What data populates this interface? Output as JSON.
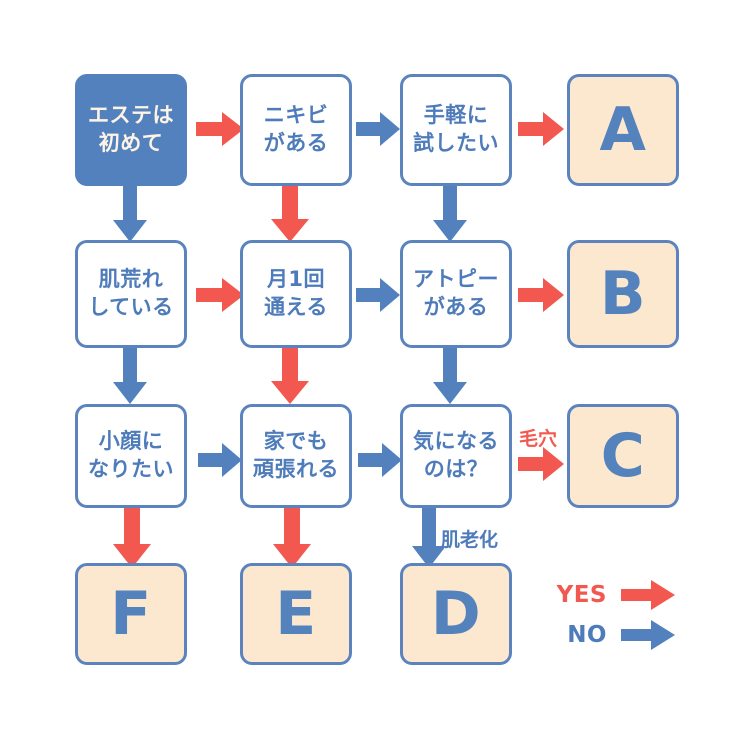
{
  "diagram": {
    "title_visible": false,
    "colors": {
      "blue": "#5381bd",
      "blue_border": "#5b84bf",
      "blue_text": "#4e7cba",
      "red": "#f2584f",
      "cream": "#fbe8cf",
      "cream_text": "#fdf4e6",
      "background": "#ffffff"
    },
    "nodes": [
      {
        "id": "start",
        "style": "start",
        "lines": [
          "エステは",
          "初めて"
        ]
      },
      {
        "id": "q-acne",
        "style": "question",
        "lines": [
          "ニキビ",
          "がある"
        ]
      },
      {
        "id": "q-easy",
        "style": "question",
        "lines": [
          "手軽に",
          "試したい"
        ]
      },
      {
        "id": "res-a",
        "style": "result",
        "lines": [
          "A"
        ]
      },
      {
        "id": "q-rough",
        "style": "question",
        "lines": [
          "肌荒れ",
          "している"
        ]
      },
      {
        "id": "q-monthly",
        "style": "question",
        "lines": [
          "月1回",
          "通える"
        ]
      },
      {
        "id": "q-atopy",
        "style": "question",
        "lines": [
          "アトピー",
          "がある"
        ]
      },
      {
        "id": "res-b",
        "style": "result",
        "lines": [
          "B"
        ]
      },
      {
        "id": "q-small",
        "style": "question",
        "lines": [
          "小顔に",
          "なりたい"
        ]
      },
      {
        "id": "q-home",
        "style": "question",
        "lines": [
          "家でも",
          "頑張れる"
        ]
      },
      {
        "id": "q-concern",
        "style": "question",
        "lines": [
          "気になる",
          "のは？"
        ]
      },
      {
        "id": "res-c",
        "style": "result",
        "lines": [
          "C"
        ]
      },
      {
        "id": "res-f",
        "style": "result",
        "lines": [
          "F"
        ]
      },
      {
        "id": "res-e",
        "style": "result",
        "lines": [
          "E"
        ]
      },
      {
        "id": "res-d",
        "style": "result",
        "lines": [
          "D"
        ]
      }
    ],
    "edges": [
      {
        "from": "start",
        "to": "q-acne",
        "dir": "right",
        "answer": "yes"
      },
      {
        "from": "q-acne",
        "to": "q-easy",
        "dir": "right",
        "answer": "no"
      },
      {
        "from": "q-easy",
        "to": "res-a",
        "dir": "right",
        "answer": "yes"
      },
      {
        "from": "start",
        "to": "q-rough",
        "dir": "down",
        "answer": "no"
      },
      {
        "from": "q-acne",
        "to": "q-monthly",
        "dir": "down",
        "answer": "yes"
      },
      {
        "from": "q-easy",
        "to": "q-atopy",
        "dir": "down",
        "answer": "no"
      },
      {
        "from": "q-rough",
        "to": "q-monthly",
        "dir": "right",
        "answer": "yes"
      },
      {
        "from": "q-monthly",
        "to": "q-atopy",
        "dir": "right",
        "answer": "no"
      },
      {
        "from": "q-atopy",
        "to": "res-b",
        "dir": "right",
        "answer": "yes"
      },
      {
        "from": "q-rough",
        "to": "q-small",
        "dir": "down",
        "answer": "no"
      },
      {
        "from": "q-monthly",
        "to": "q-home",
        "dir": "down",
        "answer": "yes"
      },
      {
        "from": "q-atopy",
        "to": "q-concern",
        "dir": "down",
        "answer": "no"
      },
      {
        "from": "q-small",
        "to": "q-home",
        "dir": "right",
        "answer": "no"
      },
      {
        "from": "q-home",
        "to": "q-concern",
        "dir": "right",
        "answer": "no"
      },
      {
        "from": "q-concern",
        "to": "res-c",
        "dir": "right",
        "answer": "yes",
        "label": "毛穴"
      },
      {
        "from": "q-small",
        "to": "res-f",
        "dir": "down",
        "answer": "yes"
      },
      {
        "from": "q-home",
        "to": "res-e",
        "dir": "down",
        "answer": "yes"
      },
      {
        "from": "q-concern",
        "to": "res-d",
        "dir": "down",
        "answer": "no",
        "label": "肌老化"
      }
    ],
    "edge_labels": [
      {
        "id": "label-keana",
        "text": "毛穴",
        "color": "red"
      },
      {
        "id": "label-hiroka",
        "text": "肌老化",
        "color": "blue"
      }
    ],
    "legend": {
      "yes_label": "YES",
      "no_label": "NO"
    }
  }
}
